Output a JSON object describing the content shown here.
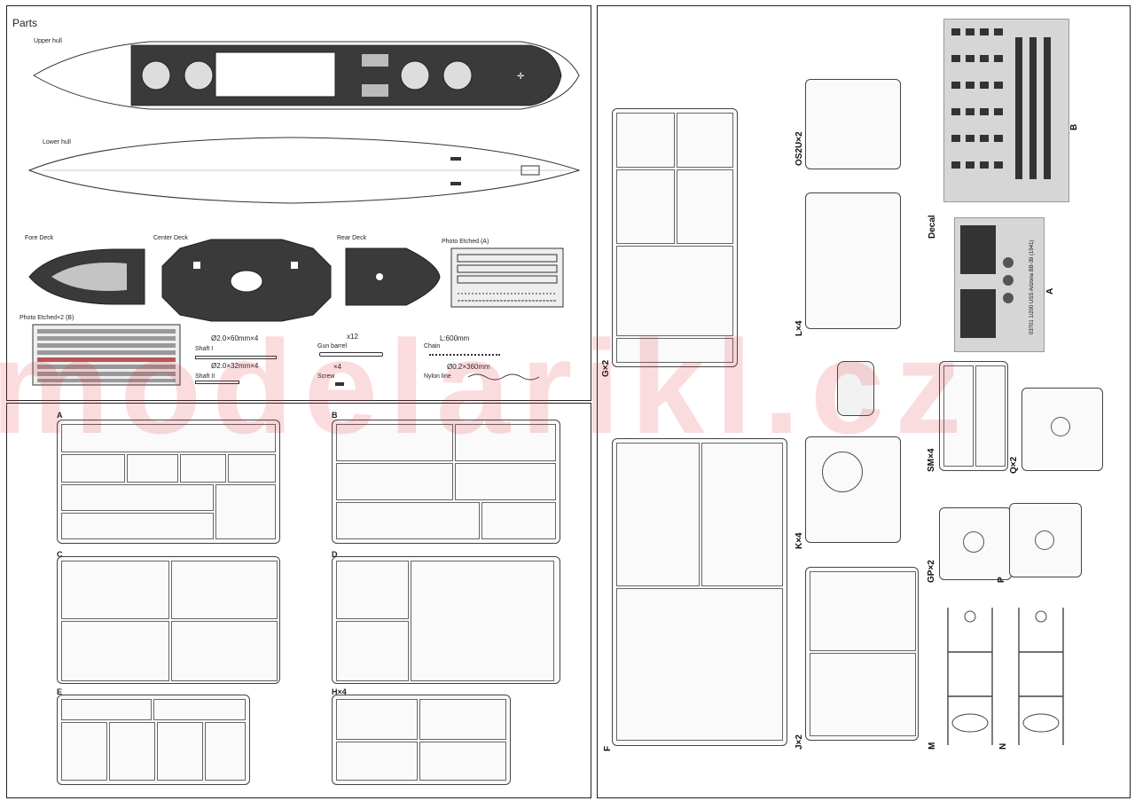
{
  "top_left": {
    "title": "Parts",
    "upper_hull": "Upper hull",
    "lower_hull": "Lower hull",
    "fore_deck": "Fore Deck",
    "center_deck": "Center Deck",
    "rear_deck": "Rear Deck",
    "photo_etched_a": "Photo Etched (A)",
    "photo_etched_b": "Photo Etched×2 (B)",
    "shaft1_spec": "Ø2.0×60mm×4",
    "shaft1_label": "Shaft I",
    "shaft2_spec": "Ø2.0×32mm×4",
    "shaft2_label": "Shaft II",
    "gun_qty": "x12",
    "gun_label": "Gun barrel",
    "screw_qty": "×4",
    "screw_label": "Screw",
    "chain_spec": "L:600mm",
    "chain_label": "Chain",
    "nylon_spec": "Ø0.2×360mm",
    "nylon_label": "Nylon line"
  },
  "sprues_left": [
    "A",
    "B",
    "C",
    "D",
    "E",
    "H×4"
  ],
  "sprues_right": {
    "g": "G×2",
    "f": "F",
    "os2u": "OS2U×2",
    "l": "L×4",
    "k": "K×4",
    "j": "J×2",
    "sm": "SM×4",
    "q": "Q×2",
    "gp": "GP×2",
    "p": "P",
    "m": "M",
    "n": "N",
    "decal": "Decal",
    "decal_a": "A",
    "decal_b": "B",
    "decal_a_text": "03701 1/200 USS Arizona BB-39 (1941)"
  },
  "watermark": "modelarikl.cz",
  "colors": {
    "deck": "#3a3a3a",
    "line": "#333333",
    "watermark": "#e62832"
  }
}
